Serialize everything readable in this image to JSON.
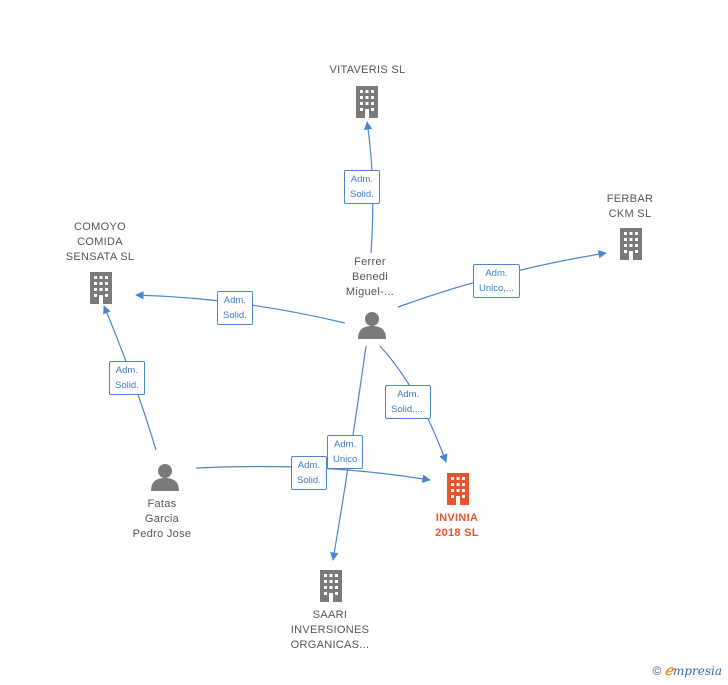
{
  "colors": {
    "edge": "#4a86cf",
    "company": "#7a7a7a",
    "person": "#7a7a7a",
    "highlight": "#e8542b"
  },
  "nodes": {
    "vitaveris": {
      "label": [
        "VITAVERIS  SL"
      ],
      "kind": "company-icon"
    },
    "ferbar": {
      "label": [
        "FERBAR",
        "CKM SL"
      ],
      "kind": "company-icon"
    },
    "comoyo": {
      "label": [
        "COMOYO",
        "COMIDA",
        "SENSATA  SL"
      ],
      "kind": "company-icon"
    },
    "ferrer": {
      "label": [
        "Ferrer",
        "Benedi",
        "Miguel-..."
      ],
      "kind": "person-icon"
    },
    "fatas": {
      "label": [
        "Fatas",
        "Garcia",
        "Pedro Jose"
      ],
      "kind": "person-icon"
    },
    "invinia": {
      "label": [
        "INVINIA",
        "2018  SL"
      ],
      "kind": "company-icon"
    },
    "saari": {
      "label": [
        "SAARI",
        "INVERSIONES",
        "ORGANICAS..."
      ],
      "kind": "company-icon"
    }
  },
  "edges": {
    "ferrer_vitaveris": [
      "Adm.",
      "Solid."
    ],
    "ferrer_ferbar": [
      "Adm.",
      "Unico,..."
    ],
    "ferrer_comoyo": [
      "Adm.",
      "Solid."
    ],
    "fatas_comoyo": [
      "Adm.",
      "Solid."
    ],
    "ferrer_invinia": [
      "Adm.",
      "Solid.,..."
    ],
    "ferrer_saari": [
      "Adm.",
      "Unico"
    ],
    "fatas_invinia": [
      "Adm.",
      "Solid."
    ]
  },
  "footer": {
    "copyright": "©",
    "brand_initial": "ℯ",
    "brand_rest": "mpresia"
  }
}
